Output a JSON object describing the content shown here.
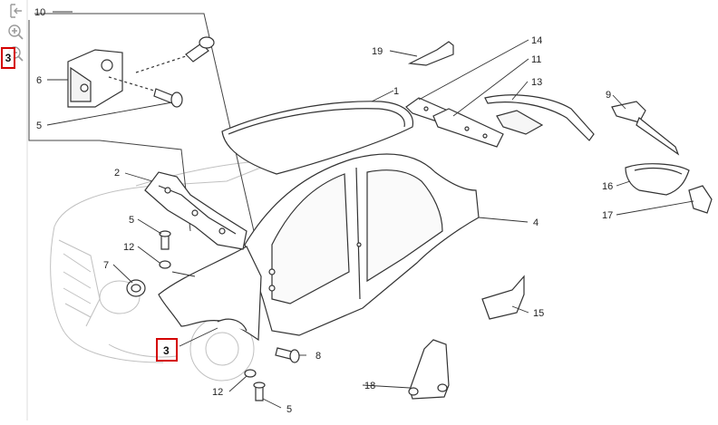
{
  "toolbar": {
    "tools": [
      {
        "name": "expand-icon"
      },
      {
        "name": "zoom-in-icon"
      },
      {
        "name": "zoom-out-icon"
      }
    ],
    "selected_label": "3"
  },
  "callouts": [
    {
      "id": "c10",
      "text": "10"
    },
    {
      "id": "c6",
      "text": "6"
    },
    {
      "id": "c5a",
      "text": "5"
    },
    {
      "id": "c19",
      "text": "19"
    },
    {
      "id": "c1",
      "text": "1"
    },
    {
      "id": "c14",
      "text": "14"
    },
    {
      "id": "c11",
      "text": "11"
    },
    {
      "id": "c13",
      "text": "13"
    },
    {
      "id": "c9",
      "text": "9"
    },
    {
      "id": "c2",
      "text": "2"
    },
    {
      "id": "c16",
      "text": "16"
    },
    {
      "id": "c17",
      "text": "17"
    },
    {
      "id": "c4",
      "text": "4"
    },
    {
      "id": "c5b",
      "text": "5"
    },
    {
      "id": "c12a",
      "text": "12"
    },
    {
      "id": "c7",
      "text": "7"
    },
    {
      "id": "c15",
      "text": "15"
    },
    {
      "id": "c3",
      "text": "3"
    },
    {
      "id": "c8",
      "text": "8"
    },
    {
      "id": "c18",
      "text": "18"
    },
    {
      "id": "c12b",
      "text": "12"
    },
    {
      "id": "c5c",
      "text": "5"
    }
  ],
  "colors": {
    "line": "#333333",
    "ghost": "#bbbbbb",
    "highlight": "#d40000"
  }
}
